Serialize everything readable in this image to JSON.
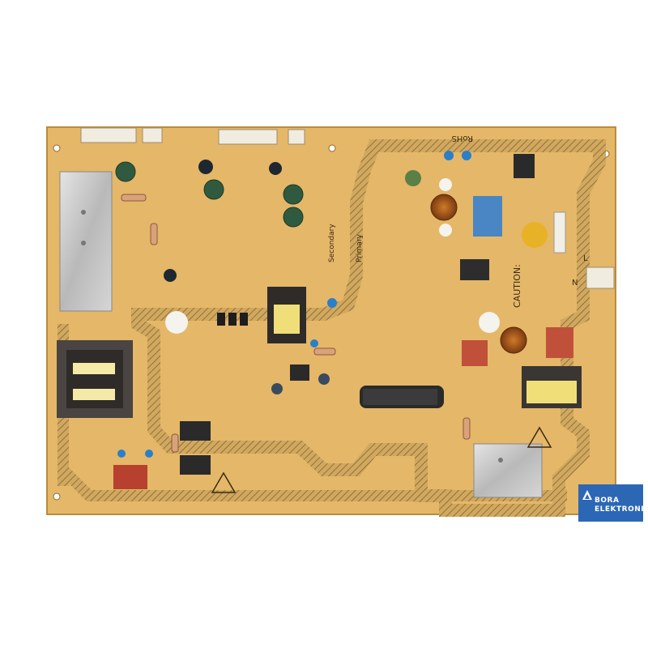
{
  "image": {
    "subject": "Power supply circuit board",
    "colors": {
      "board": "#e5b768",
      "board_dark": "#c99a4a",
      "hatch": "#7a6442",
      "silk": "#3a2a10",
      "watermark_bg": "#2c67b6"
    }
  },
  "board_text": {
    "rohs": "RoHS",
    "secondary": "Secondary",
    "primary": "Primary",
    "caution": "CAUTION:",
    "n": "N",
    "l": "L"
  },
  "watermark": {
    "line1": "BORA",
    "line2": "ELEKTRONIK",
    "logo": "triangle-logo-icon"
  }
}
